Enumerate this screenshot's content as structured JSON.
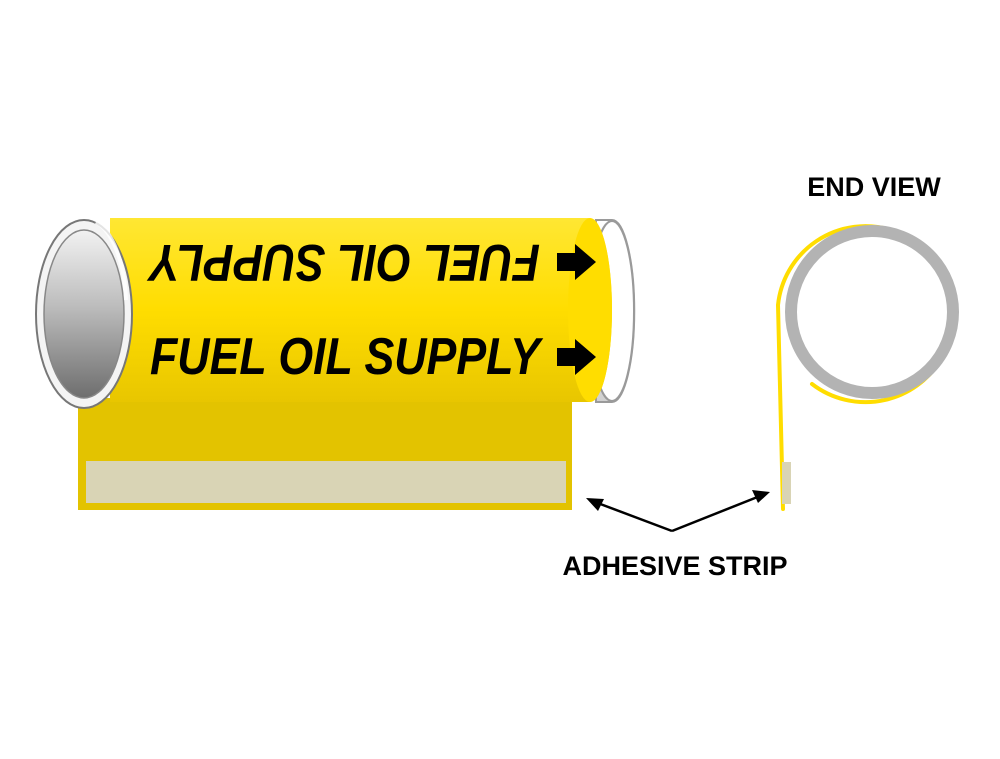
{
  "marker": {
    "text_top": "FUEL OIL SUPPLY",
    "text_bottom": "FUEL OIL SUPPLY"
  },
  "labels": {
    "end_view": "END VIEW",
    "adhesive_strip": "ADHESIVE STRIP"
  },
  "colors": {
    "marker_yellow": "#FFDD00",
    "strip_yellow": "#E3C300",
    "adhesive_backing": "#D9D4B5",
    "pipe_grey": "#B3B3B3",
    "text": "#000000"
  }
}
